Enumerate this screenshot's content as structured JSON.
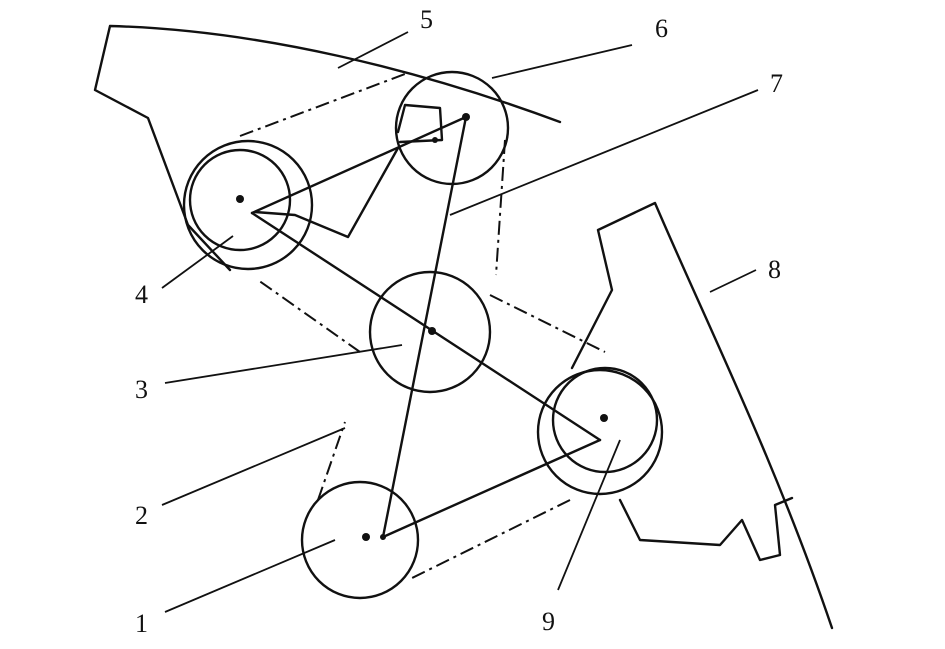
{
  "diagram": {
    "labels": {
      "l1": "1",
      "l2": "2",
      "l3": "3",
      "l4": "4",
      "l5": "5",
      "l6": "6",
      "l7": "7",
      "l8": "8",
      "l9": "9"
    },
    "line_color": "#111111",
    "background": "#ffffff"
  }
}
